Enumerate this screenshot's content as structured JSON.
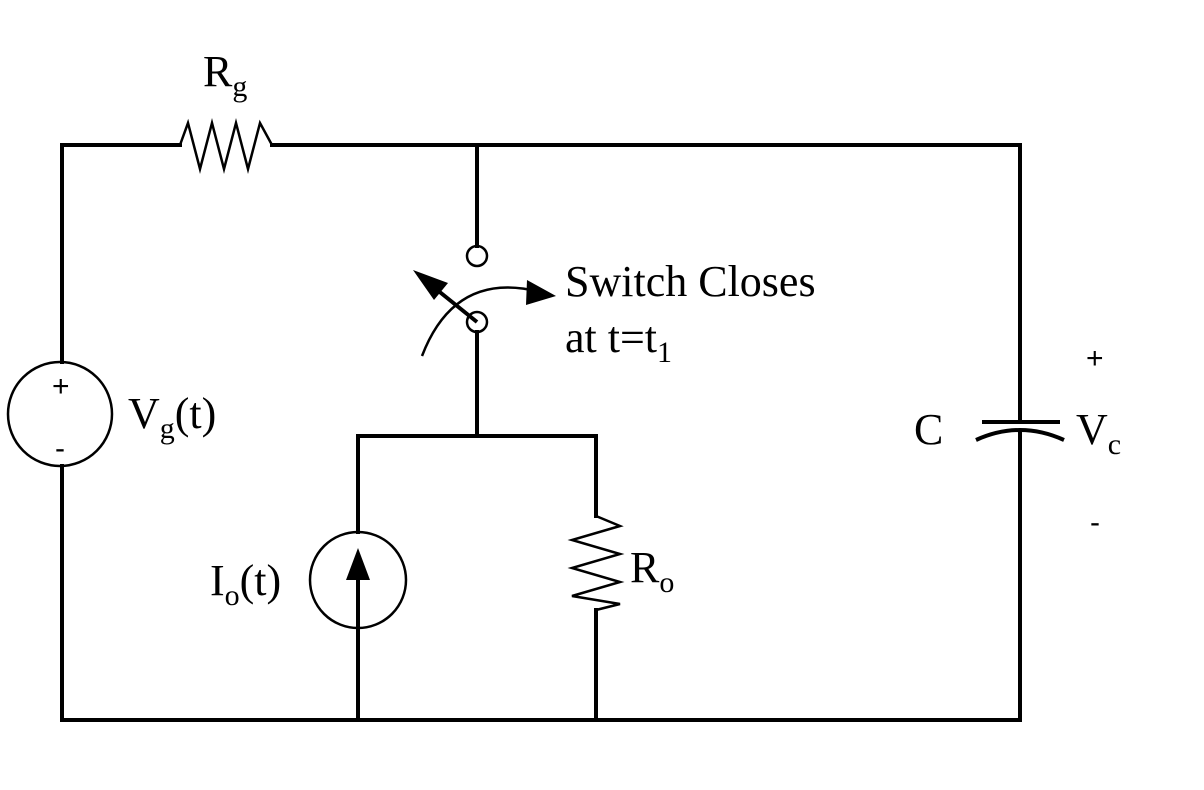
{
  "resistor_g": {
    "base": "R",
    "sub": "g"
  },
  "source_g": {
    "base": "V",
    "sub": "g",
    "suffix": "(t)",
    "plus": "+",
    "minus": "-"
  },
  "switch": {
    "line1": "Switch Closes",
    "line2_base": "at t=t",
    "line2_sub": "1"
  },
  "current_source": {
    "base": "I",
    "sub": "o",
    "suffix": "(t)"
  },
  "resistor_o": {
    "base": "R",
    "sub": "o"
  },
  "capacitor": {
    "label": "C"
  },
  "capacitor_voltage": {
    "base": "V",
    "sub": "c",
    "plus": "+",
    "minus": "-"
  }
}
